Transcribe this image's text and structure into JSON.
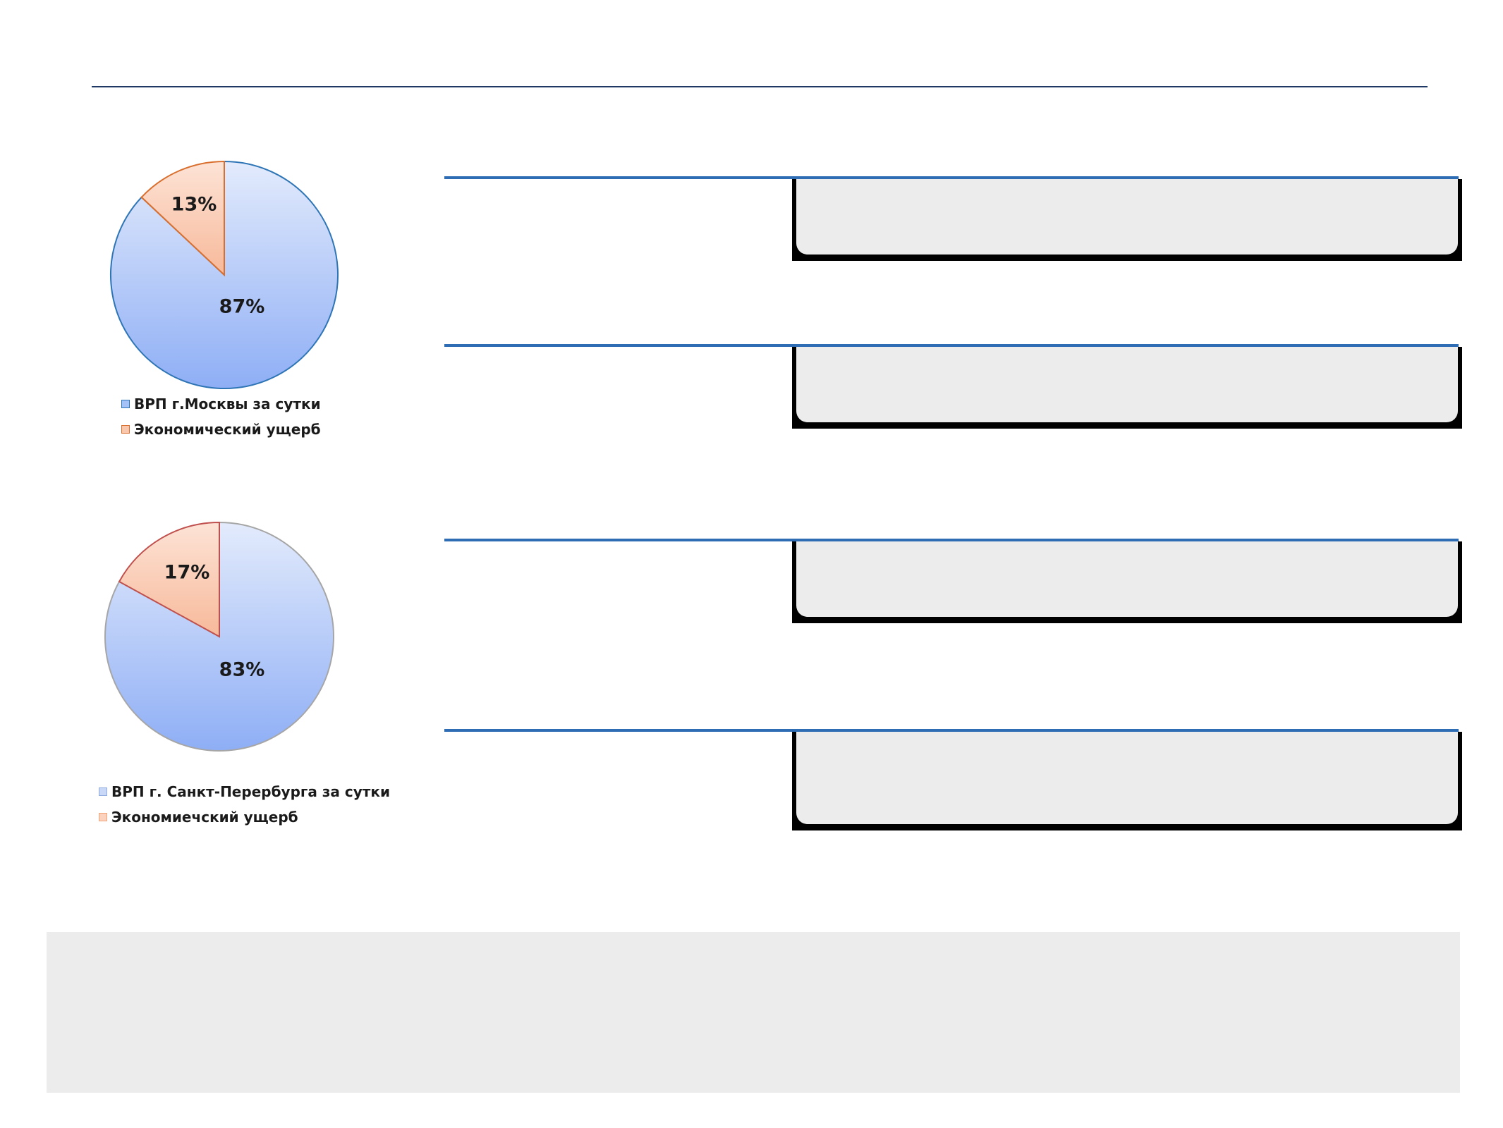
{
  "chart_data": [
    {
      "type": "pie",
      "slices": [
        {
          "label": "ВРП г.Москвы за сутки",
          "value": 87,
          "display": "87%",
          "color": "#a6c1f5"
        },
        {
          "label": "Экономический ущерб",
          "value": 13,
          "display": "13%",
          "color": "#f9c7ad"
        }
      ],
      "legend_position": "bottom-left",
      "border_colors": {
        "main": "#2e75b6",
        "damage": "#d96f2e"
      }
    },
    {
      "type": "pie",
      "slices": [
        {
          "label": "ВРП г. Санкт-Перербурга за сутки",
          "value": 83,
          "display": "83%",
          "color": "#a6c1f5"
        },
        {
          "label": "Экономиечский ущерб",
          "value": 17,
          "display": "17%",
          "color": "#f9c7ad"
        }
      ],
      "legend_position": "bottom-left",
      "border_colors": {
        "main": "#a6a6a6",
        "damage": "#c0504d"
      }
    }
  ],
  "colors": {
    "accent_line": "#2e6db4",
    "top_rule": "#1f3864",
    "panel_fill": "#ececec",
    "panel_shadow": "#000000"
  }
}
